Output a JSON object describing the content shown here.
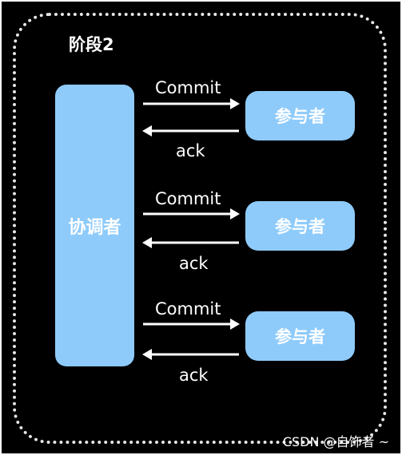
{
  "diagram": {
    "title": "阶段2",
    "coordinator": "协调者",
    "rows": [
      {
        "participant": "参与者",
        "request": "Commit",
        "response": "ack"
      },
      {
        "participant": "参与者",
        "request": "Commit",
        "response": "ack"
      },
      {
        "participant": "参与者",
        "request": "Commit",
        "response": "ack"
      }
    ]
  },
  "watermark": "CSDN @自饰者 ~",
  "colors": {
    "background": "#000000",
    "node_fill": "#8ecbfb",
    "text": "#ffffff",
    "frame": "#e6e6e6"
  },
  "icons": {
    "request_arrow": "arrow-right-icon",
    "response_arrow": "arrow-left-icon"
  }
}
